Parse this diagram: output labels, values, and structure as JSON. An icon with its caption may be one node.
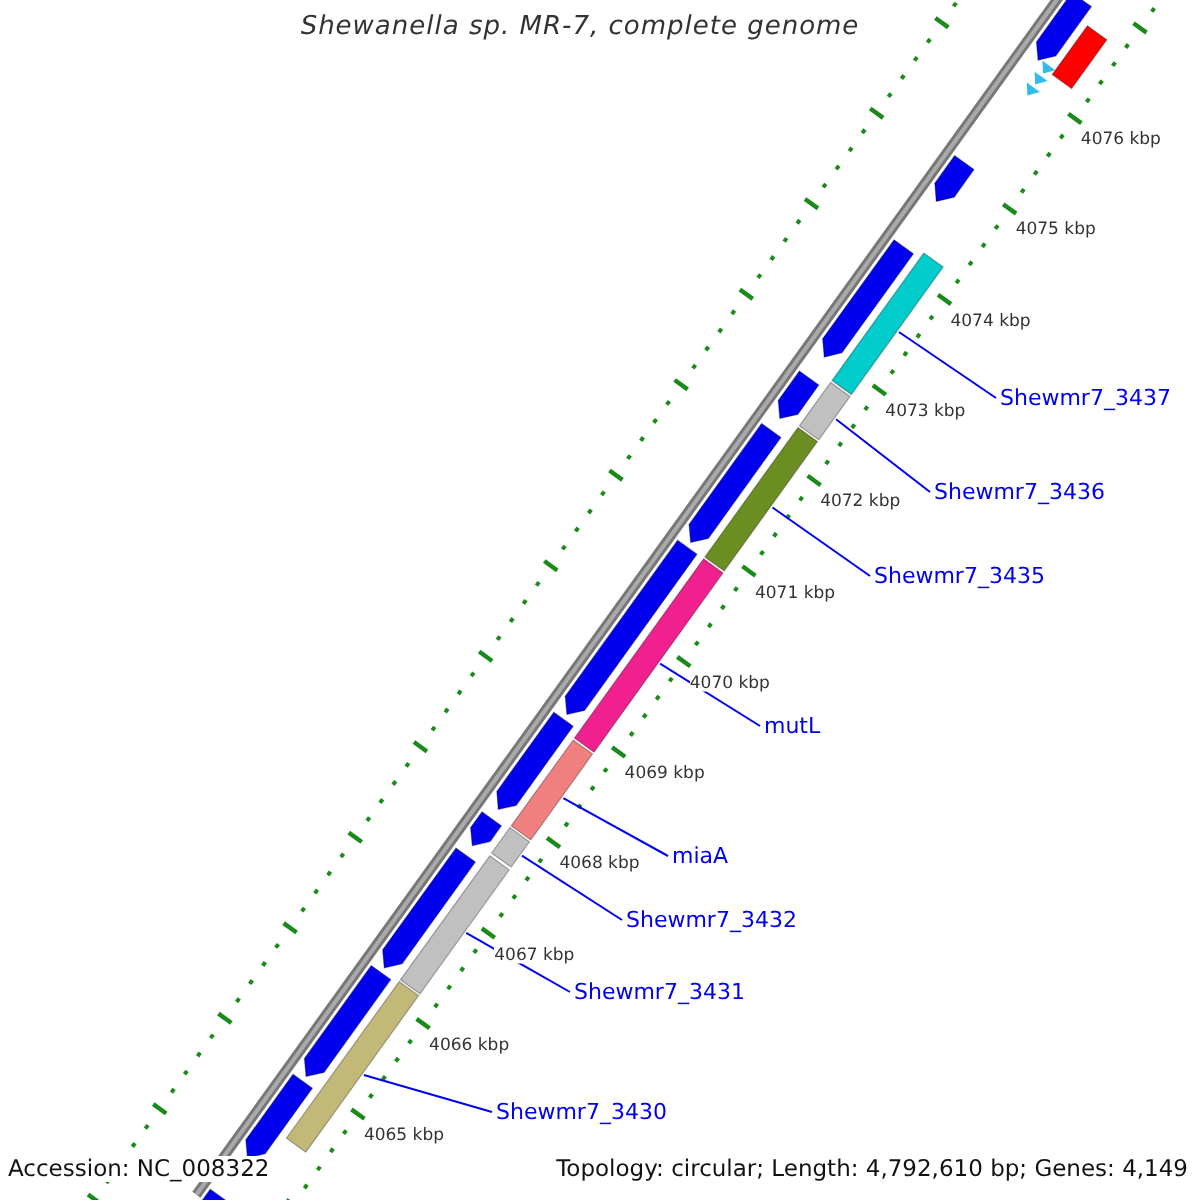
{
  "diagram": {
    "title": "Shewanella sp. MR-7, complete genome",
    "nodes": [
      {
        "text": [
          "Shewmr7_3437"
        ]
      },
      {
        "text": [
          "Shewmr7_3436"
        ]
      },
      {
        "text": [
          "Shewmr7_3435"
        ]
      },
      {
        "text": [
          "mutL"
        ]
      },
      {
        "text": [
          "miaA"
        ]
      },
      {
        "text": [
          "Shewmr7_3432"
        ]
      },
      {
        "text": [
          "Shewmr7_3431"
        ]
      },
      {
        "text": [
          "Shewmr7_3430"
        ]
      },
      {
        "text": [],
        "shape": "bar"
      },
      {
        "text": [],
        "shape": "bar"
      },
      {
        "text": [],
        "shape": "bar"
      },
      {
        "text": [],
        "shape": "bar"
      },
      {
        "text": [],
        "shape": "bar"
      },
      {
        "text": [],
        "shape": "bar"
      },
      {
        "text": [],
        "shape": "bar"
      },
      {
        "text": [],
        "shape": "bar"
      },
      {
        "text": [],
        "shape": "bar"
      },
      {
        "text": [],
        "shape": "bar"
      },
      {
        "text": [],
        "shape": "triangle"
      },
      {
        "text": [],
        "shape": "triangle"
      },
      {
        "text": [],
        "shape": "triangle"
      },
      {
        "text": [],
        "shape": "bar"
      },
      {
        "text": [],
        "shape": "bar"
      },
      {
        "text": [],
        "shape": "bar"
      },
      {
        "text": [],
        "shape": "bar"
      },
      {
        "text": [],
        "shape": "bar"
      },
      {
        "text": [],
        "shape": "bar"
      },
      {
        "text": [],
        "shape": "bar"
      },
      {
        "text": [],
        "shape": "bar"
      },
      {
        "text": [],
        "shape": "bar"
      },
      {
        "text": [],
        "shape": "bar"
      },
      {
        "text": [],
        "shape": "bar"
      }
    ],
    "edges": [
      {
        "from": 0,
        "to": 8,
        "arrow": "none"
      },
      {
        "from": 1,
        "to": 9,
        "arrow": "none"
      },
      {
        "from": 2,
        "to": 10,
        "arrow": "none"
      },
      {
        "from": 3,
        "to": 11,
        "arrow": "none"
      },
      {
        "from": 4,
        "to": 12,
        "arrow": "none"
      },
      {
        "from": 5,
        "to": 13,
        "arrow": "none"
      },
      {
        "from": 6,
        "to": 14,
        "arrow": "none"
      },
      {
        "from": 7,
        "to": 15,
        "arrow": "none"
      }
    ],
    "labels": [
      "4076 kbp",
      "4075 kbp",
      "4074 kbp",
      "4073 kbp",
      "4072 kbp",
      "4071 kbp",
      "4070 kbp",
      "4069 kbp",
      "4068 kbp",
      "4067 kbp",
      "4066 kbp",
      "4065 kbp",
      "Accession: NC_008322",
      "Topology: circular; Length: 4,792,610 bp; Genes: 4,149"
    ]
  }
}
